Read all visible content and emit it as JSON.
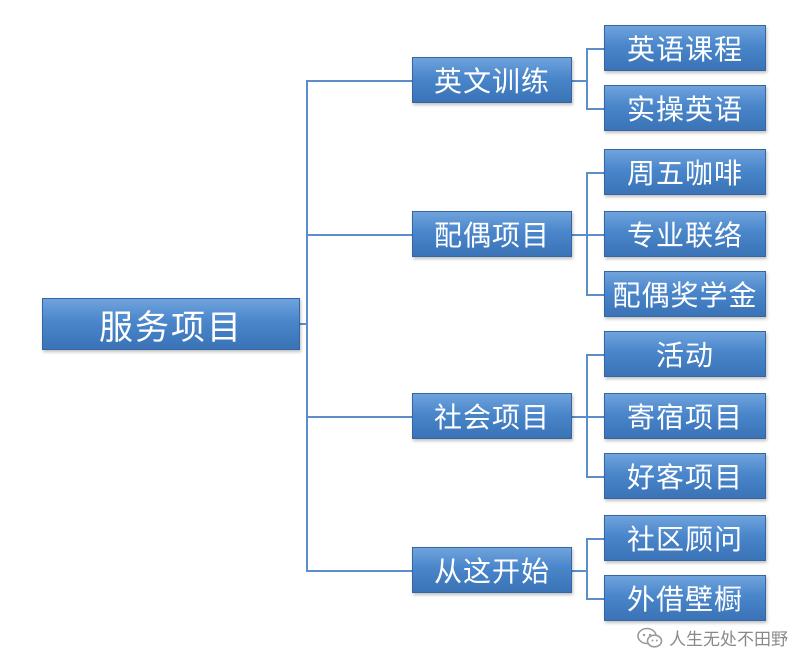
{
  "root": {
    "label": "服务项目"
  },
  "groups": [
    {
      "label": "英文训练",
      "children": [
        "英语课程",
        "实操英语"
      ]
    },
    {
      "label": "配偶项目",
      "children": [
        "周五咖啡",
        "专业联络",
        "配偶奖学金"
      ]
    },
    {
      "label": "社会项目",
      "children": [
        "活动",
        "寄宿项目",
        "好客项目"
      ]
    },
    {
      "label": "从这开始",
      "children": [
        "社区顾问",
        "外借壁橱"
      ]
    }
  ],
  "watermark": {
    "text": "人生无处不田野",
    "icon": "wechat-icon"
  },
  "colors": {
    "box": "#4a86cb",
    "line": "#5b8ecb",
    "text": "#ffffff"
  }
}
